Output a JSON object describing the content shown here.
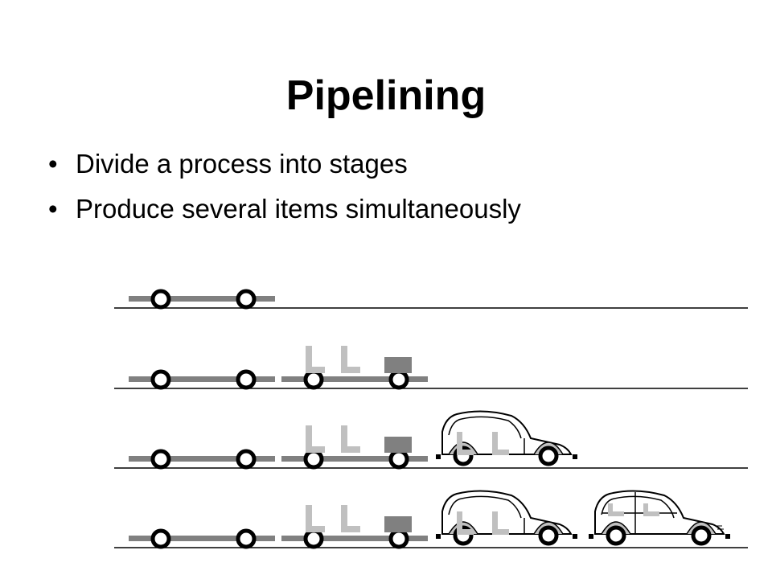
{
  "slide": {
    "title": "Pipelining",
    "bullets": [
      "Divide a process into stages",
      "Produce several items simultaneously"
    ],
    "bullet_glyph": "•"
  },
  "diagram": {
    "description_rows": 4,
    "stages": [
      "chassis",
      "seats",
      "body",
      "finished-car"
    ],
    "rows": [
      [
        "chassis"
      ],
      [
        "chassis",
        "seats"
      ],
      [
        "chassis",
        "seats",
        "body"
      ],
      [
        "chassis",
        "seats",
        "body",
        "finished-car"
      ]
    ],
    "colors": {
      "chassis": "#808080",
      "seat": "#c0c0c0",
      "block": "#808080",
      "line": "#000000",
      "wheel_fill": "#ffffff"
    }
  }
}
